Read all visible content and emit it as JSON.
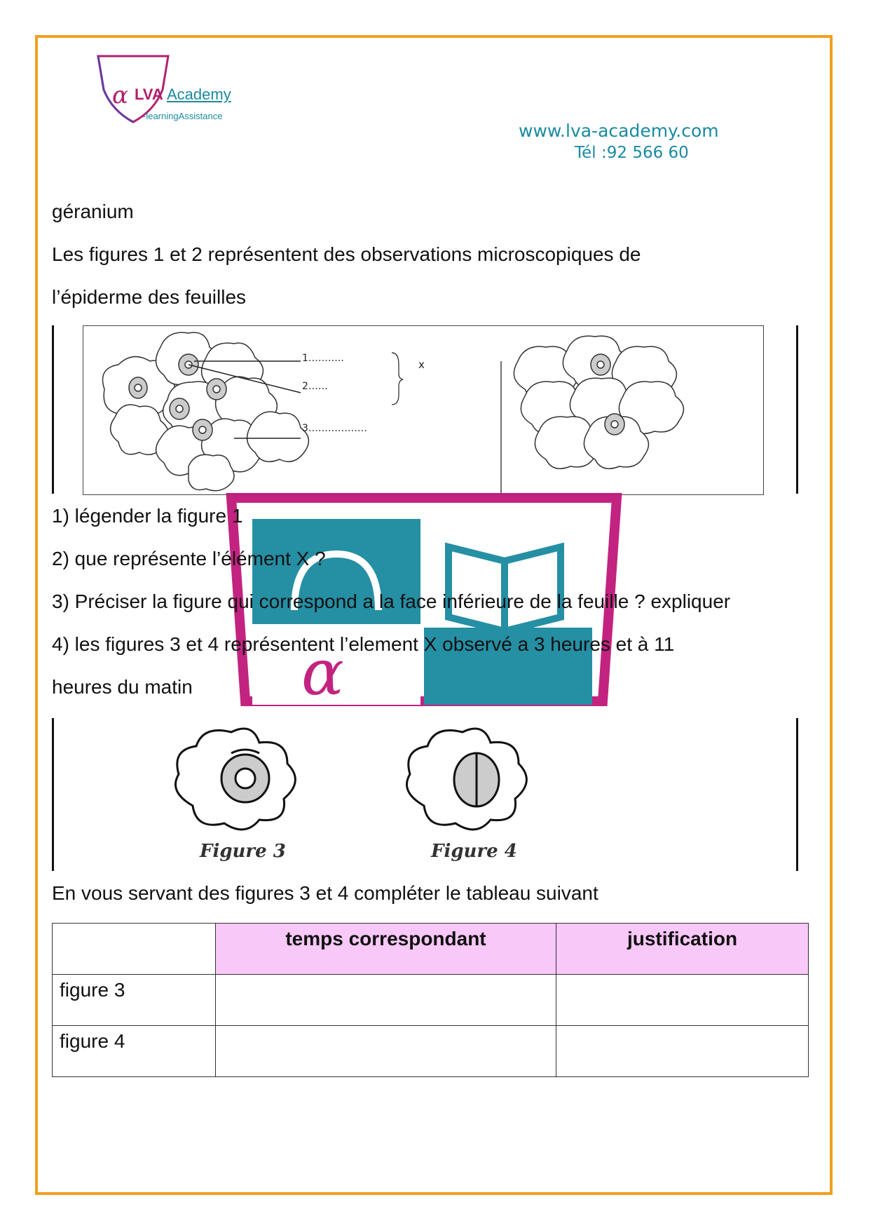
{
  "header": {
    "logo_alpha": "α",
    "logo_lva": "LVA",
    "logo_academy": "Academy",
    "logo_sub": "-learningAssistance",
    "website": "www.lva-academy.com",
    "phone": "Tél :92 566 60"
  },
  "body": {
    "intro_1": "géranium",
    "intro_2": "Les figures 1 et 2 représentent des observations microscopiques de",
    "intro_3": "l’épiderme des feuilles",
    "q1": "1) légender la figure 1",
    "q2": "2) que représente l’élément X ?",
    "q3": "3) Préciser la figure qui correspond a la face inférieure de la feuille ? expliquer",
    "q4a": "4) les figures 3 et 4 représentent l’element X observé a 3 heures et à 11",
    "q4b": "heures du matin",
    "instruction": "En vous servant des figures 3 et 4 compléter le tableau suivant"
  },
  "figure1": {
    "label_1": "1………..",
    "label_2": "2……",
    "label_3": "3………………",
    "label_x": "x"
  },
  "figures34": {
    "fig3": "Figure 3",
    "fig4": "Figure 4"
  },
  "table": {
    "headers": [
      "",
      "temps correspondant",
      "justification"
    ],
    "rows": [
      [
        "figure 3",
        "",
        ""
      ],
      [
        "figure 4",
        "",
        ""
      ]
    ]
  },
  "colors": {
    "frame": "#f0a020",
    "brand_teal": "#1a8aa0",
    "brand_magenta": "#b0206e",
    "header_cell": "#f8c8f8"
  }
}
